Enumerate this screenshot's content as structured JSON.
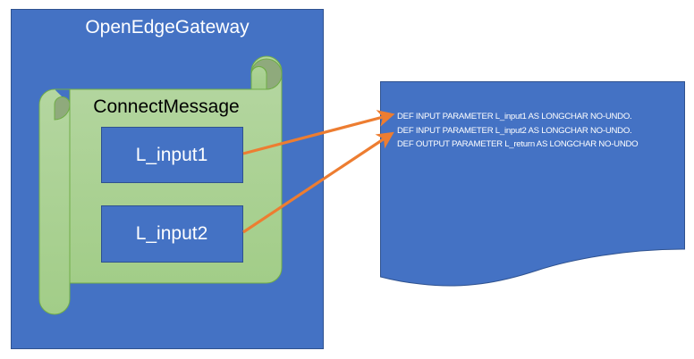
{
  "gateway": {
    "title": "OpenEdgeGateway"
  },
  "scroll": {
    "title": "ConnectMessage",
    "params": [
      {
        "label": "L_input1"
      },
      {
        "label": "L_input2"
      }
    ]
  },
  "document": {
    "lines": [
      "DEF INPUT PARAMETER L_input1 AS LONGCHAR NO-UNDO.",
      "DEF INPUT PARAMETER L_input2 AS LONGCHAR NO-UNDO.",
      "DEF OUTPUT PARAMETER L_return AS LONGCHAR NO-UNDO"
    ]
  },
  "connectors": [
    {
      "from": "L_input1",
      "to": "document.lines.0",
      "style": "arrow"
    },
    {
      "from": "L_input2",
      "to": "document.lines.1",
      "style": "arrow"
    }
  ],
  "colors": {
    "blue_fill": "#4472c4",
    "blue_border": "#2f528f",
    "scroll_fill": "#a9d18e",
    "scroll_border": "#70ad47",
    "scroll_curl": "#8faa7c",
    "arrow": "#ed7d31"
  }
}
